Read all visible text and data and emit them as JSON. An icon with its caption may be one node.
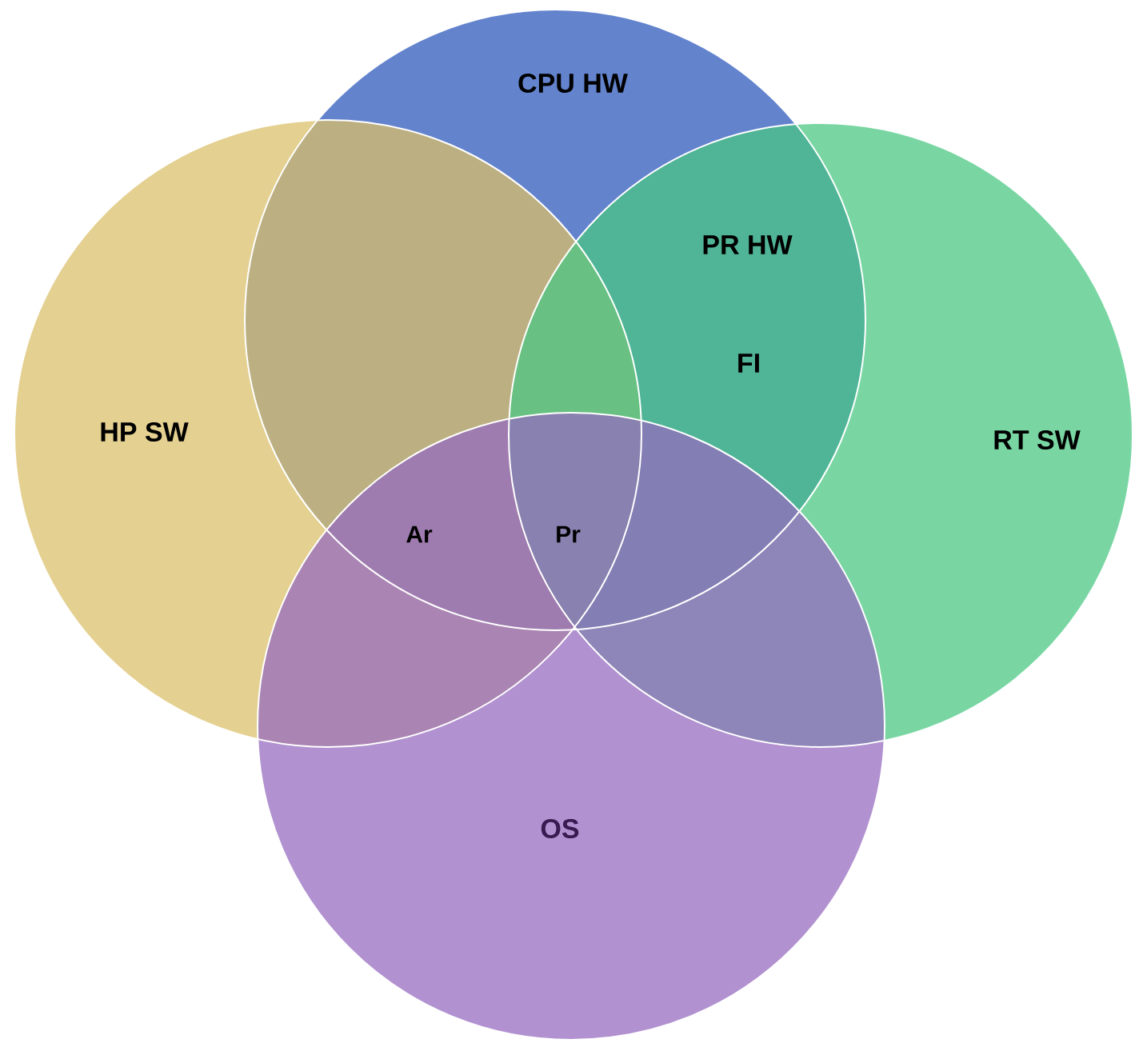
{
  "diagram": {
    "nodes": [
      {
        "text": [
          "CPU HW"
        ]
      },
      {
        "text": [
          "HP SW"
        ]
      },
      {
        "text": [
          "RT SW"
        ]
      },
      {
        "text": [
          "OS"
        ]
      }
    ],
    "labels": [
      "PR HW",
      "FI",
      "Ar",
      "Pr"
    ]
  }
}
